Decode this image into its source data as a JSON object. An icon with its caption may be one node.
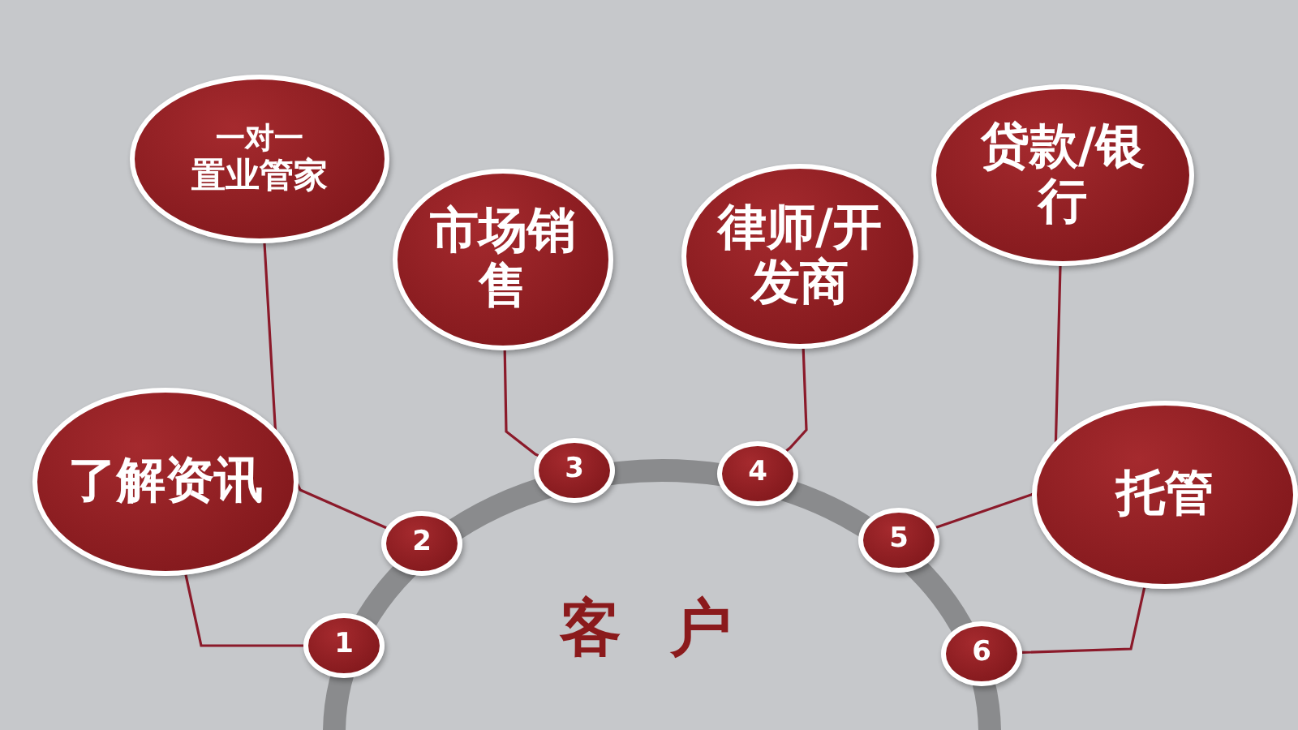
{
  "diagram": {
    "nodes": [
      {
        "text": [
          "一对一",
          "置业管家"
        ]
      },
      {
        "text": [
          "市场销售"
        ]
      },
      {
        "text": [
          "律师/开发商"
        ]
      },
      {
        "text": [
          "贷款/银行"
        ]
      },
      {
        "text": [
          "了解资讯"
        ]
      },
      {
        "text": [
          "托管"
        ]
      },
      {
        "text": [
          "1"
        ]
      },
      {
        "text": [
          "2"
        ]
      },
      {
        "text": [
          "3"
        ]
      },
      {
        "text": [
          "4"
        ]
      },
      {
        "text": [
          "5"
        ]
      },
      {
        "text": [
          "6"
        ]
      }
    ],
    "edges": [
      {
        "from": 4,
        "to": 6,
        "arrow": "none"
      },
      {
        "from": 0,
        "to": 7,
        "arrow": "none"
      },
      {
        "from": 1,
        "to": 8,
        "arrow": "none"
      },
      {
        "from": 2,
        "to": 9,
        "arrow": "none"
      },
      {
        "from": 3,
        "to": 10,
        "arrow": "none"
      },
      {
        "from": 5,
        "to": 11,
        "arrow": "none"
      }
    ],
    "labels": [
      "客户"
    ]
  }
}
